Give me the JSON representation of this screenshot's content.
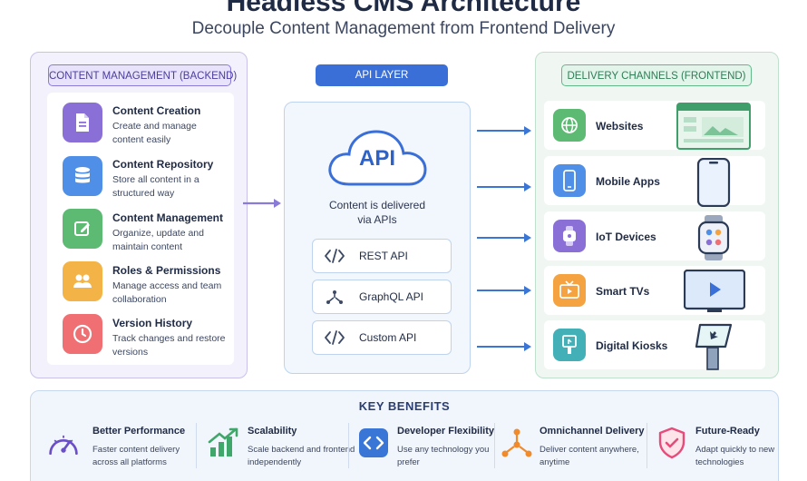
{
  "header": {
    "title": "Headless CMS Architecture",
    "subtitle": "Decouple Content Management from Frontend Delivery"
  },
  "backend": {
    "label": "CONTENT MANAGEMENT (BACKEND)",
    "items": [
      {
        "title": "Content Creation",
        "desc": "Create and manage content easily",
        "icon": "document-icon",
        "color": "#8a6fd6"
      },
      {
        "title": "Content Repository",
        "desc": "Store all content in a structured way",
        "icon": "database-icon",
        "color": "#4f8fe8"
      },
      {
        "title": "Content Management",
        "desc": "Organize, update and maintain content",
        "icon": "edit-icon",
        "color": "#5cba73"
      },
      {
        "title": "Roles & Permissions",
        "desc": "Manage access and team collaboration",
        "icon": "users-icon",
        "color": "#f4b346"
      },
      {
        "title": "Version History",
        "desc": "Track changes and restore versions",
        "icon": "clock-icon",
        "color": "#ef6f72"
      }
    ]
  },
  "api": {
    "label": "API LAYER",
    "cloud_text": "API",
    "caption_line1": "Content is delivered",
    "caption_line2": "via APIs",
    "items": [
      {
        "label": "REST API",
        "icon": "code-icon"
      },
      {
        "label": "GraphQL API",
        "icon": "graphql-icon"
      },
      {
        "label": "Custom API",
        "icon": "code-icon"
      }
    ]
  },
  "delivery": {
    "label": "DELIVERY CHANNELS (FRONTEND)",
    "items": [
      {
        "label": "Websites",
        "icon": "globe-icon",
        "color": "#5cba73"
      },
      {
        "label": "Mobile Apps",
        "icon": "phone-icon",
        "color": "#4f8fe8"
      },
      {
        "label": "IoT Devices",
        "icon": "watch-icon",
        "color": "#8a6fd6"
      },
      {
        "label": "Smart TVs",
        "icon": "tv-icon",
        "color": "#f4a340"
      },
      {
        "label": "Digital Kiosks",
        "icon": "kiosk-icon",
        "color": "#43b0b8"
      }
    ]
  },
  "benefits": {
    "title": "KEY BENEFITS",
    "items": [
      {
        "title": "Better Performance",
        "desc": "Faster content delivery across all platforms",
        "icon": "speedometer-icon"
      },
      {
        "title": "Scalability",
        "desc": "Scale backend and frontend independently",
        "icon": "growth-chart-icon"
      },
      {
        "title": "Developer Flexibility",
        "desc": "Use any technology you prefer",
        "icon": "code-icon"
      },
      {
        "title": "Omnichannel Delivery",
        "desc": "Deliver content anywhere, anytime",
        "icon": "network-icon"
      },
      {
        "title": "Future-Ready",
        "desc": "Adapt quickly to new technologies",
        "icon": "shield-icon"
      }
    ]
  },
  "colors": {
    "backend_accent": "#8b7bd8",
    "api_accent": "#3a6fd8",
    "delivery_accent": "#63b88a",
    "arrow": "#3a76d6"
  }
}
